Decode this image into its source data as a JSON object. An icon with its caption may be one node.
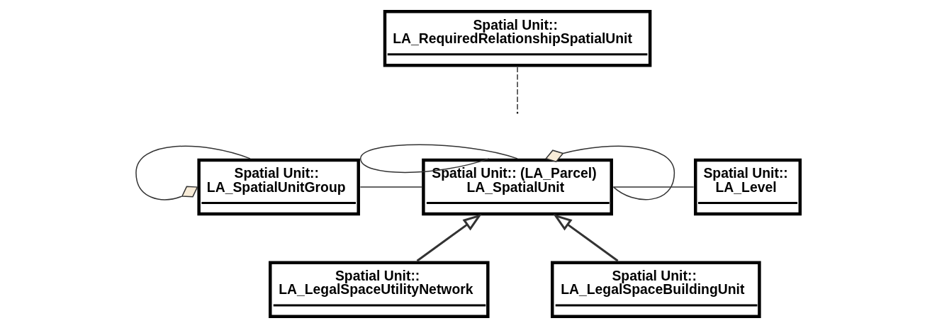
{
  "diagram": {
    "nodes": [
      {
        "text": [
          "Spatial Unit:: LA_RequiredRelationshipSpatialUnit"
        ]
      },
      {
        "text": [
          "Spatial Unit:: LA_SpatialUnitGroup"
        ]
      },
      {
        "text": [
          "Spatial Unit:: (LA_Parcel) LA_SpatialUnit"
        ]
      },
      {
        "text": [
          "Spatial Unit:: LA_Level"
        ]
      },
      {
        "text": [
          "Spatial Unit:: LA_LegalSpaceUtilityNetwork"
        ]
      },
      {
        "text": [
          "Spatial Unit:: LA_LegalSpaceBuildingUnit"
        ]
      }
    ],
    "edges": [
      {
        "from": 0,
        "to": null,
        "arrow": "none",
        "style": "dashed"
      },
      {
        "from": 2,
        "to": 2,
        "arrow": "none"
      },
      {
        "from": 1,
        "to": 1,
        "arrow": "other"
      },
      {
        "from": 2,
        "to": 2,
        "arrow": "other"
      },
      {
        "from": 1,
        "to": 2,
        "arrow": "none"
      },
      {
        "from": 2,
        "to": 3,
        "arrow": "none"
      },
      {
        "from": 4,
        "to": 2,
        "arrow": "to"
      },
      {
        "from": 5,
        "to": 2,
        "arrow": "to"
      }
    ]
  }
}
